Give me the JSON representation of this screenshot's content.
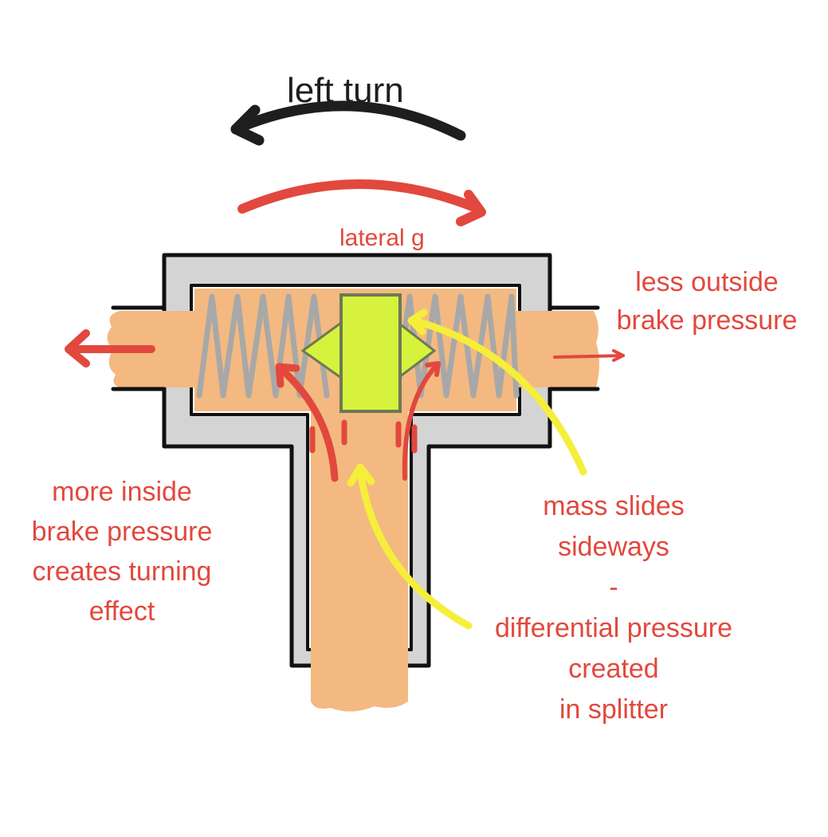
{
  "title": "left turn",
  "labels": {
    "lateral_g": "lateral  g",
    "less_outside": [
      "less outside",
      "brake pressure"
    ],
    "more_inside": [
      "more inside",
      "brake pressure",
      "creates turning",
      "effect"
    ],
    "mass_slides": [
      "mass slides",
      "sideways",
      "-",
      "differential pressure",
      "created",
      "in splitter"
    ]
  },
  "colors": {
    "black_arrow": "#1e1e1e",
    "red": "#e2483d",
    "yellow": "#f5ee3a",
    "fluid": "#f3b980",
    "housing": "#d4d4d4",
    "spring": "#a8a8a8",
    "mass": "#d6f23c",
    "outline": "#111111"
  }
}
